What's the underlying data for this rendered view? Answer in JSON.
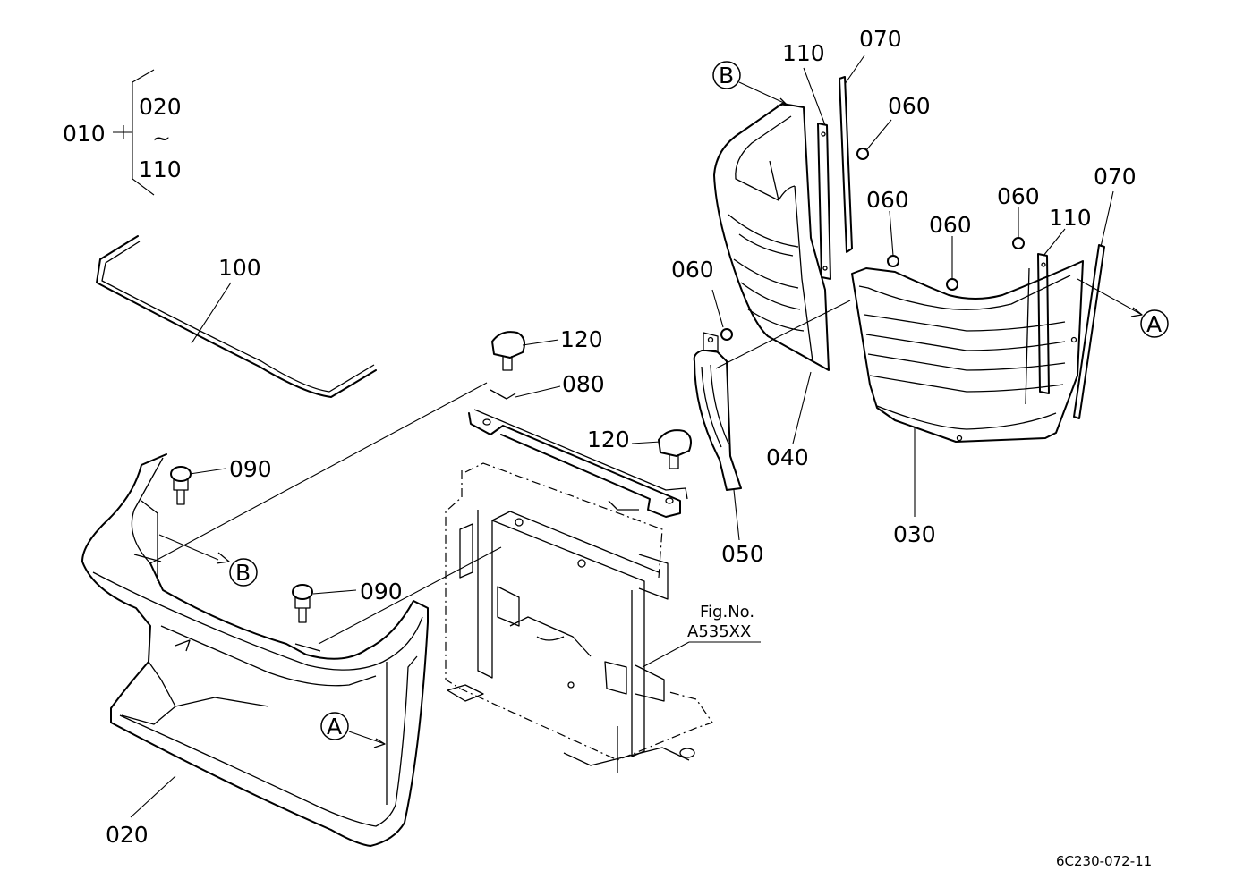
{
  "assembly": {
    "parent": "010",
    "range_start": "020",
    "range_mark": "~",
    "range_end": "110"
  },
  "callouts": {
    "p020": "020",
    "p030": "030",
    "p040": "040",
    "p050": "050",
    "p060": "060",
    "p070": "070",
    "p080": "080",
    "p090": "090",
    "p100": "100",
    "p110": "110",
    "p120": "120"
  },
  "markers": {
    "a": "A",
    "b": "B"
  },
  "figure_ref": {
    "label": "Fig.No.",
    "number": "A535XX"
  },
  "drawing_number": "6C230-072-11"
}
